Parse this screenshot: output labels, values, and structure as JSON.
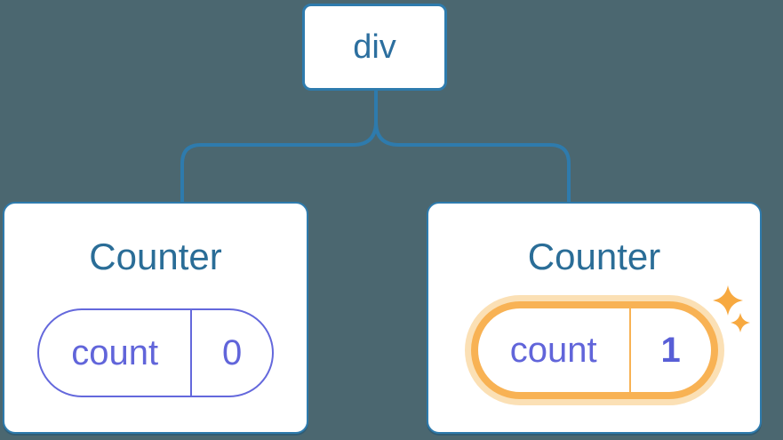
{
  "diagram": {
    "description": "React component tree with state: a div root and two Counter children; second Counter's count state was just updated",
    "background_color": "#4B6770",
    "colors": {
      "node_border_blue": "#2E7BAD",
      "node_text_blue": "#2C6F9F",
      "title_text_blue": "#2A6D97",
      "state_border_purple": "#6468DC",
      "state_text_purple": "#6165DA",
      "highlight_orange": "#F8B254",
      "highlight_glow": "#FBE0B5",
      "sparkle_orange": "#F7A940",
      "card_background": "#ffffff"
    },
    "tree": {
      "root": {
        "label": "div"
      },
      "children": [
        {
          "title": "Counter",
          "state": {
            "name": "count",
            "value": "0"
          },
          "highlighted": false
        },
        {
          "title": "Counter",
          "state": {
            "name": "count",
            "value": "1"
          },
          "highlighted": true
        }
      ]
    }
  }
}
